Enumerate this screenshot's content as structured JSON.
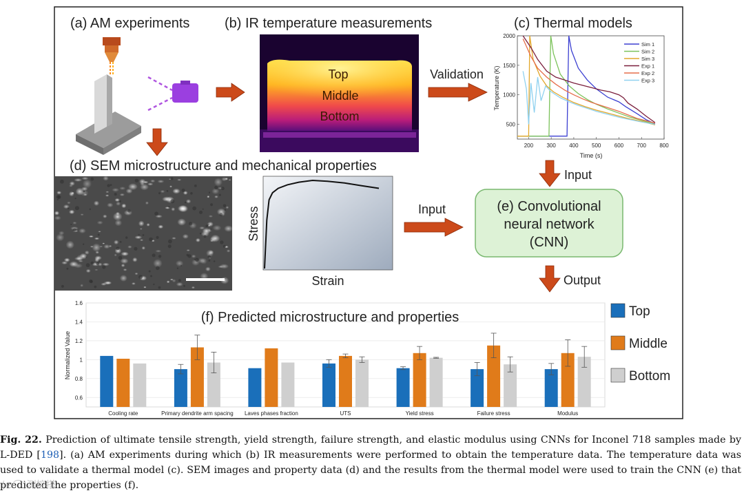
{
  "panels": {
    "a": {
      "title": "(a) AM experiments"
    },
    "b": {
      "title": "(b) IR temperature measurements",
      "labels": [
        "Top",
        "Middle",
        "Bottom"
      ]
    },
    "c": {
      "title": "(c) Thermal models"
    },
    "d": {
      "title": "(d) SEM microstructure and mechanical properties",
      "stress_label": "Stress",
      "strain_label": "Strain"
    },
    "e": {
      "line1": "(e) Convolutional",
      "line2": "neural network",
      "line3": "(CNN)"
    },
    "f": {
      "title": "(f) Predicted microstructure and properties"
    }
  },
  "arrows": {
    "validation": "Validation",
    "input_top": "Input",
    "input_mid": "Input",
    "output": "Output"
  },
  "colors": {
    "top": "#1a6fba",
    "middle": "#e07b1a",
    "bottom": "#cfcfcf",
    "arrow": "#cc4a1a",
    "cnn_fill": "#ddf2d6",
    "cnn_stroke": "#79b86f"
  },
  "chart_data": [
    {
      "type": "line",
      "panel": "c",
      "xlabel": "Time (s)",
      "ylabel": "Temperature (K)",
      "xlim": [
        150,
        800
      ],
      "ylim": [
        250,
        2000
      ],
      "xticks": [
        200,
        300,
        400,
        500,
        600,
        700,
        800
      ],
      "yticks": [
        500,
        1000,
        1500,
        2000
      ],
      "legend_position": "top-right",
      "series": [
        {
          "name": "Sim 1",
          "color": "#3b3fd1",
          "x": [
            150,
            370,
            375,
            378,
            390,
            420,
            460,
            500,
            550,
            600,
            630,
            680,
            720,
            760
          ],
          "y": [
            300,
            300,
            1400,
            2000,
            1750,
            1450,
            1250,
            1100,
            960,
            880,
            800,
            680,
            580,
            510
          ]
        },
        {
          "name": "Sim 2",
          "color": "#7bc25a",
          "x": [
            150,
            290,
            295,
            298,
            310,
            340,
            380,
            420,
            460,
            500,
            550,
            600,
            650,
            700,
            760
          ],
          "y": [
            300,
            300,
            1400,
            2000,
            1700,
            1350,
            1150,
            1020,
            920,
            840,
            760,
            690,
            620,
            570,
            500
          ]
        },
        {
          "name": "Sim 3",
          "color": "#e2a72a",
          "x": [
            150,
            200,
            205,
            220,
            250,
            280,
            310,
            350,
            400,
            450,
            500,
            550,
            600,
            650,
            700,
            760
          ],
          "y": [
            300,
            300,
            2000,
            1600,
            1320,
            1150,
            1050,
            960,
            870,
            800,
            740,
            690,
            640,
            590,
            550,
            490
          ]
        },
        {
          "name": "Exp 1",
          "color": "#7a1e3c",
          "x": [
            175,
            210,
            240,
            280,
            320,
            360,
            400,
            440,
            480,
            520,
            560,
            600,
            620,
            640,
            680,
            720,
            760
          ],
          "y": [
            2000,
            1800,
            1600,
            1400,
            1300,
            1250,
            1200,
            1160,
            1120,
            1080,
            1050,
            1000,
            950,
            860,
            760,
            640,
            530
          ]
        },
        {
          "name": "Exp 2",
          "color": "#e66d4a",
          "x": [
            175,
            210,
            240,
            280,
            320,
            360,
            400,
            440,
            480,
            520,
            560,
            600,
            640,
            680,
            720,
            760
          ],
          "y": [
            1950,
            1650,
            1450,
            1300,
            1180,
            1080,
            1000,
            930,
            870,
            820,
            770,
            720,
            660,
            600,
            560,
            520
          ]
        },
        {
          "name": "Exp 3",
          "color": "#8fd1ef",
          "x": [
            175,
            190,
            200,
            210,
            225,
            240,
            255,
            275,
            300,
            340,
            380,
            420,
            460,
            500,
            550,
            600,
            650,
            700,
            760
          ],
          "y": [
            1400,
            1100,
            500,
            1200,
            700,
            1300,
            900,
            1150,
            1050,
            950,
            880,
            820,
            770,
            720,
            670,
            620,
            580,
            540,
            500
          ]
        }
      ]
    },
    {
      "type": "line",
      "panel": "d",
      "xlabel": "Strain",
      "ylabel": "Stress",
      "x": [
        0,
        0.02,
        0.04,
        0.07,
        0.12,
        0.2,
        0.3,
        0.42,
        0.55,
        0.7,
        0.85,
        1.0
      ],
      "y": [
        0,
        0.55,
        0.78,
        0.86,
        0.91,
        0.95,
        0.98,
        1.0,
        0.99,
        0.97,
        0.94,
        0.91
      ]
    },
    {
      "type": "bar",
      "panel": "f",
      "title": "(f) Predicted microstructure and properties",
      "ylabel": "Normalized Value",
      "ylim": [
        0.5,
        1.6
      ],
      "yticks": [
        0.6,
        0.8,
        1,
        1.2,
        1.4,
        1.6
      ],
      "legend_position": "right",
      "categories": [
        "Cooling rate",
        "Primary dendrite arm spacing",
        "Laves phases fraction",
        "UTS",
        "Yield stress",
        "Failure stress",
        "Modulus"
      ],
      "series": [
        {
          "name": "Top",
          "color": "#1a6fba",
          "values": [
            1.04,
            0.9,
            0.91,
            0.96,
            0.91,
            0.9,
            0.9
          ],
          "errors": [
            0,
            0.05,
            0,
            0.04,
            0.015,
            0.07,
            0.06
          ]
        },
        {
          "name": "Middle",
          "color": "#e07b1a",
          "values": [
            1.01,
            1.13,
            1.12,
            1.04,
            1.07,
            1.15,
            1.07
          ],
          "errors": [
            0,
            0.13,
            0,
            0.02,
            0.07,
            0.13,
            0.14
          ]
        },
        {
          "name": "Bottom",
          "color": "#cfcfcf",
          "values": [
            0.96,
            0.97,
            0.97,
            1.0,
            1.02,
            0.95,
            1.03
          ],
          "errors": [
            0,
            0.11,
            0,
            0.03,
            0.005,
            0.08,
            0.11
          ]
        }
      ]
    }
  ],
  "caption": {
    "label": "Fig. 22.",
    "text_before_ref": " Prediction of ultimate tensile strength, yield strength, failure strength, and elastic modulus using CNNs for Inconel 718 samples made by L-DED [",
    "ref": "198",
    "text_after_ref": "]. (a) AM experiments during which (b) IR measurements were performed to obtain the temperature data. The temperature data was used to validate a thermal model (c). SEM images and property data (d) and the results from the thermal model were used to train the CNN (e) that predicted the properties (f)."
  },
  "watermark": "(⊙⌒)测控搭"
}
